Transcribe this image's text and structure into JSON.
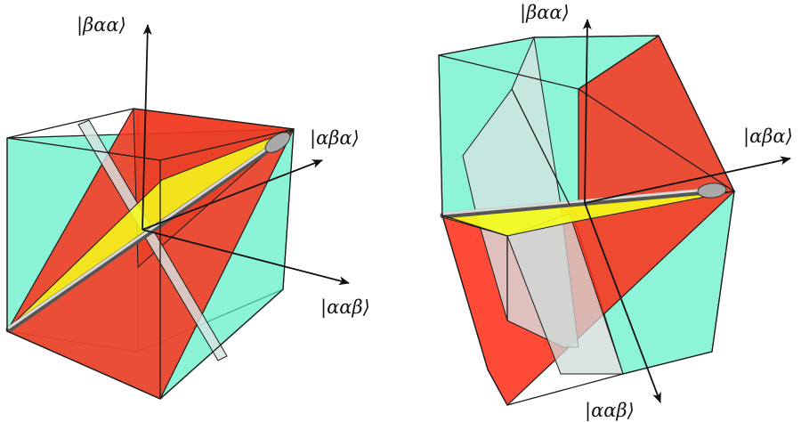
{
  "left_panel": {
    "labels": {
      "beta_alpha_alpha": "|βαα⟩",
      "alpha_beta_alpha": "|αβα⟩",
      "alpha_alpha_beta": "|ααβ⟩"
    }
  },
  "right_panel": {
    "labels": {
      "beta_alpha_alpha": "|βαα⟩",
      "alpha_beta_alpha": "|αβα⟩",
      "alpha_alpha_beta": "|ααβ⟩"
    }
  },
  "colors": {
    "teal_plane": "#5ef0c8",
    "red_plane": "#ff2a14",
    "grey_plane": "#c9d6d6",
    "yellow_plane": "#f4ff1a",
    "rod": "#8a8a8a"
  }
}
